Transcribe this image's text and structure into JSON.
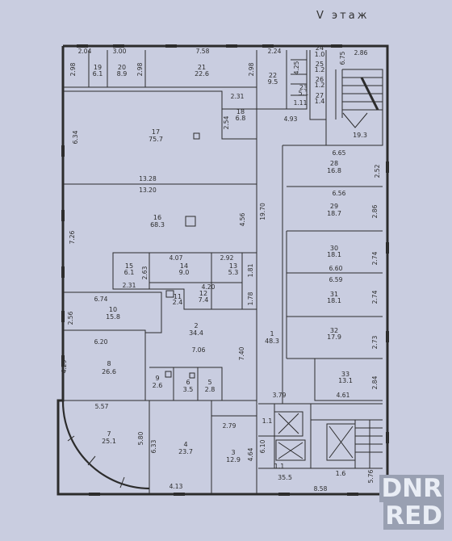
{
  "plan": {
    "floor_label": "V этаж",
    "watermark": [
      "DNR",
      "RED"
    ],
    "rooms": [
      {
        "id": "19",
        "area": "6.1"
      },
      {
        "id": "20",
        "area": "8.9"
      },
      {
        "id": "21",
        "area": "22.6"
      },
      {
        "id": "22",
        "area": "9.5"
      },
      {
        "id": "23",
        "area": "5.1"
      },
      {
        "id": "24",
        "area": "1.0"
      },
      {
        "id": "25",
        "area": "1.2"
      },
      {
        "id": "26",
        "area": "1.2"
      },
      {
        "id": "27",
        "area": "1.4"
      },
      {
        "id": "18",
        "area": "6.8"
      },
      {
        "id": "17",
        "area": "75.7"
      },
      {
        "id": "16",
        "area": "68.3"
      },
      {
        "id": "15",
        "area": "6.1"
      },
      {
        "id": "14",
        "area": "9.0"
      },
      {
        "id": "13",
        "area": "5.3"
      },
      {
        "id": "12",
        "area": "7.4"
      },
      {
        "id": "11",
        "area": "2.4"
      },
      {
        "id": "10",
        "area": "15.8"
      },
      {
        "id": "8",
        "area": "26.6"
      },
      {
        "id": "2",
        "area": "34.4"
      },
      {
        "id": "9",
        "area": "2.6"
      },
      {
        "id": "6",
        "area": "3.5"
      },
      {
        "id": "5",
        "area": "2.8"
      },
      {
        "id": "7",
        "area": "25.1"
      },
      {
        "id": "4",
        "area": "23.7"
      },
      {
        "id": "3",
        "area": "12.9"
      },
      {
        "id": "1",
        "area": "48.3"
      },
      {
        "id": "28",
        "area": "16.8"
      },
      {
        "id": "29",
        "area": "18.7"
      },
      {
        "id": "30",
        "area": "18.1"
      },
      {
        "id": "31",
        "area": "18.1"
      },
      {
        "id": "32",
        "area": "17.9"
      },
      {
        "id": "33",
        "area": "13.1"
      },
      {
        "id": "",
        "area": "19.3"
      },
      {
        "id": "",
        "area": "1.1"
      },
      {
        "id": "",
        "area": "1.1"
      },
      {
        "id": "",
        "area": "1.6"
      },
      {
        "id": "",
        "area": "35.5"
      }
    ],
    "dimensions": [
      "2.04",
      "3.00",
      "7.58",
      "2.24",
      "2.86",
      "2.98",
      "2.98",
      "2.98",
      "4.25",
      "6.75",
      "2.31",
      "2.54",
      "4.93",
      "1.11",
      "6.34",
      "13.28",
      "13.20",
      "19.70",
      "4.56",
      "7.26",
      "6.65",
      "2.52",
      "6.56",
      "2.86",
      "2.74",
      "6.60",
      "6.59",
      "2.74",
      "2.73",
      "4.61",
      "2.84",
      "3.79",
      "4.07",
      "2.92",
      "2.63",
      "1.81",
      "2.31",
      "4.20",
      "1.78",
      "6.74",
      "2.56",
      "6.20",
      "7.06",
      "7.40",
      "4.29",
      "5.57",
      "5.80",
      "6.33",
      "2.79",
      "4.64",
      "6.10",
      "4.13",
      "8.58",
      "5.76"
    ]
  }
}
